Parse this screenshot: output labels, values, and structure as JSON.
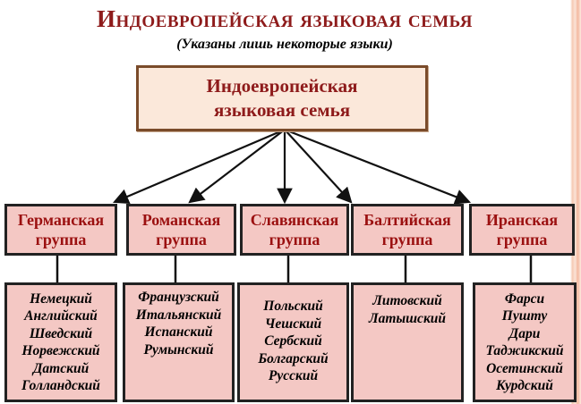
{
  "title": "Индоевропейская языковая семья",
  "subtitle": "(Указаны лишь некоторые языки)",
  "root": {
    "line1": "Индоевропейская",
    "line2": "языковая семья"
  },
  "groups": [
    {
      "line1": "Германская",
      "line2": "группа",
      "languages": [
        "Немецкий",
        "Английский",
        "Шведский",
        "Норвежский",
        "Датский",
        "Голландский"
      ]
    },
    {
      "line1": "Романская",
      "line2": "группа",
      "languages": [
        "Французский",
        "Итальянский",
        "Испанский",
        "Румынский"
      ]
    },
    {
      "line1": "Славянская",
      "line2": "группа",
      "languages": [
        "Польский",
        "Чешский",
        "Сербский",
        "Болгарский",
        "Русский"
      ]
    },
    {
      "line1": "Балтийская",
      "line2": "группа",
      "languages": [
        "Литовский",
        "Латышский"
      ]
    },
    {
      "line1": "Иранская",
      "line2": "группа",
      "languages": [
        "Фарси",
        "Пушту",
        "Дари",
        "Таджикский",
        "Осетинский",
        "Курдский"
      ]
    }
  ]
}
